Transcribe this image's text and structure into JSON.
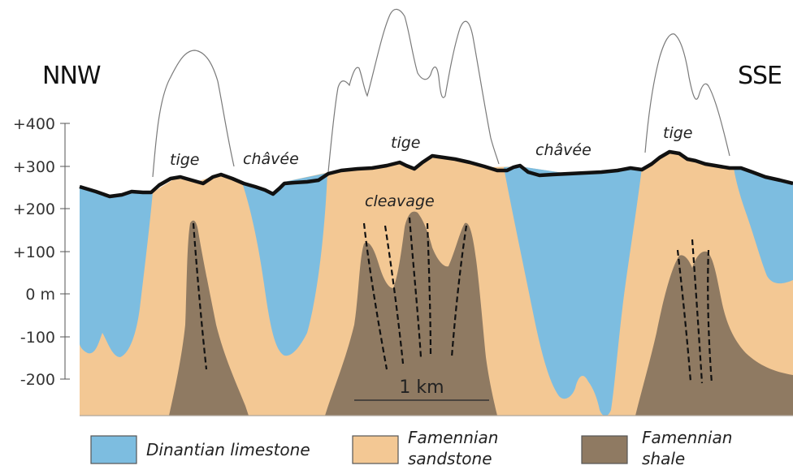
{
  "orientation": {
    "left": "NNW",
    "right": "SSE"
  },
  "axis": {
    "ticks": [
      "+400",
      "+300",
      "+200",
      "+100",
      "0 m",
      "-100",
      "-200"
    ]
  },
  "labels": {
    "tige_1": "tige",
    "chavee_1": "châvée",
    "tige_2": "tige",
    "chavee_2": "châvée",
    "tige_3": "tige",
    "cleavage": "cleavage"
  },
  "scale_bar": {
    "label": "1 km"
  },
  "legend": [
    {
      "label": "Dinantian limestone",
      "color": "#7dbde0"
    },
    {
      "label_line1": "Famennian",
      "label_line2": "sandstone",
      "color": "#f3c894"
    },
    {
      "label_line1": "Famennian",
      "label_line2": "shale",
      "color": "#8f7a62"
    }
  ],
  "colors": {
    "limestone": "#7dbde0",
    "sandstone": "#f3c894",
    "shale": "#8f7a62",
    "surface": "#111111",
    "outline": "#888888"
  }
}
